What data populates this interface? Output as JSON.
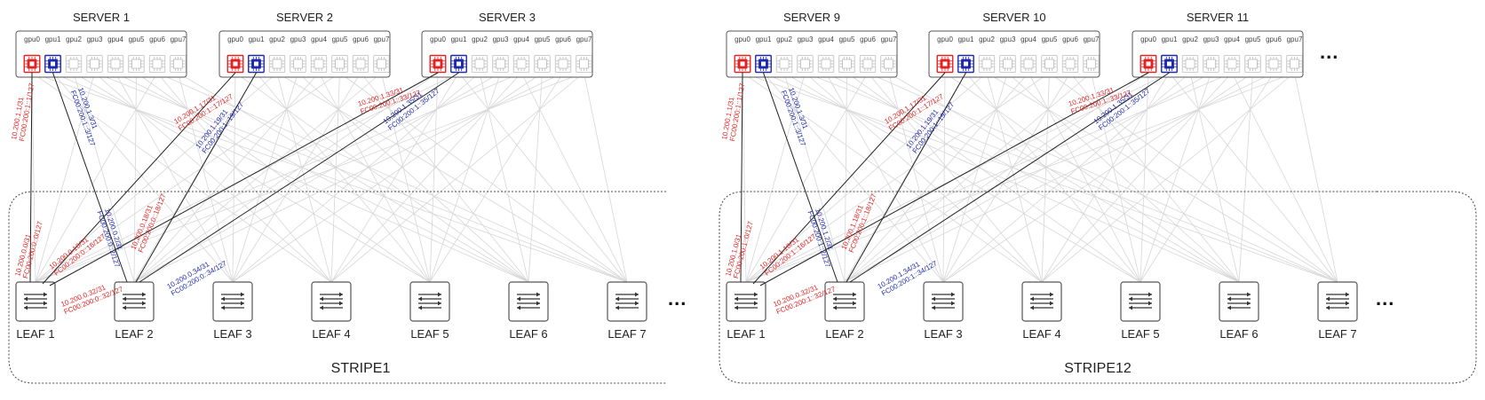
{
  "stripe1": {
    "name": "STRIPE1",
    "servers": [
      {
        "name": "SERVER 1",
        "gpus": [
          "gpu0",
          "gpu1",
          "gpu2",
          "gpu3",
          "gpu4",
          "gpu5",
          "gpu6",
          "gpu7"
        ]
      },
      {
        "name": "SERVER 2",
        "gpus": [
          "gpu0",
          "gpu1",
          "gpu2",
          "gpu3",
          "gpu4",
          "gpu5",
          "gpu6",
          "gpu7"
        ]
      },
      {
        "name": "SERVER 3",
        "gpus": [
          "gpu0",
          "gpu1",
          "gpu2",
          "gpu3",
          "gpu4",
          "gpu5",
          "gpu6",
          "gpu7"
        ]
      }
    ],
    "leaves": [
      "LEAF 1",
      "LEAF 2",
      "LEAF 3",
      "LEAF 4",
      "LEAF 5",
      "LEAF 6",
      "LEAF 7"
    ],
    "ellipsis": "...",
    "links": {
      "s1_gpu0": {
        "ip4": "10.200.1.1/31",
        "ip6": "FC00:200:1::1/127"
      },
      "s1_gpu1": {
        "ip4": "10.200.1.3/31",
        "ip6": "FC00:200:1::3/127"
      },
      "s2_gpu0": {
        "ip4": "10.200.1.17/31",
        "ip6": "FC00:200:1::17/127"
      },
      "s2_gpu1": {
        "ip4": "10.200.1.19/31",
        "ip6": "FC00:200:1::19/127"
      },
      "s3_gpu0": {
        "ip4": "10.200.1.33/31",
        "ip6": "FC00:200:1::33/127"
      },
      "s3_gpu1": {
        "ip4": "10.200.1.35/31",
        "ip6": "FC00:200:1::35/127"
      },
      "l1_a": {
        "ip4": "10.200.0.0/31",
        "ip6": "FC00:200:0::0/127"
      },
      "l1_b": {
        "ip4": "10.200.0.16/31",
        "ip6": "FC00:200:0::16/127"
      },
      "l1_c": {
        "ip4": "10.200.0.32/31",
        "ip6": "FC00:200:0::32/127"
      },
      "l2_a": {
        "ip4": "10.200.0.2/31",
        "ip6": "FC00:200:0::2/127"
      },
      "l2_b": {
        "ip4": "10.200.0.18/31",
        "ip6": "FC00:200:0::18/127"
      },
      "l2_c": {
        "ip4": "10.200.0.34/31",
        "ip6": "FC00:200:0::34/127"
      }
    }
  },
  "stripe12": {
    "name": "STRIPE12",
    "servers": [
      {
        "name": "SERVER 9",
        "gpus": [
          "gpu0",
          "gpu1",
          "gpu2",
          "gpu3",
          "gpu4",
          "gpu5",
          "gpu6",
          "gpu7"
        ]
      },
      {
        "name": "SERVER 10",
        "gpus": [
          "gpu0",
          "gpu1",
          "gpu2",
          "gpu3",
          "gpu4",
          "gpu5",
          "gpu6",
          "gpu7"
        ]
      },
      {
        "name": "SERVER 11",
        "gpus": [
          "gpu0",
          "gpu1",
          "gpu2",
          "gpu3",
          "gpu4",
          "gpu5",
          "gpu6",
          "gpu7"
        ]
      }
    ],
    "leaves": [
      "LEAF 1",
      "LEAF 2",
      "LEAF 3",
      "LEAF 4",
      "LEAF 5",
      "LEAF 6",
      "LEAF 7"
    ],
    "ellipsis": "...",
    "server_ellipsis": "...",
    "links": {
      "s9_gpu0": {
        "ip4": "10.200.1.1/31",
        "ip6": "FC00:200:1::1/127"
      },
      "s9_gpu1": {
        "ip4": "10.200.1.3/31",
        "ip6": "FC00:200:1::3/127"
      },
      "s10_gpu0": {
        "ip4": "10.200.1.17/31",
        "ip6": "FC00:200:1::17/127"
      },
      "s10_gpu1": {
        "ip4": "10.200.1.19/31",
        "ip6": "FC00:200:1::19/127"
      },
      "s11_gpu0": {
        "ip4": "10.200.1.33/31",
        "ip6": "FC00:200:1::33/127"
      },
      "s11_gpu1": {
        "ip4": "10.200.1.35/31",
        "ip6": "FC00:200:1::35/127"
      },
      "l1_a": {
        "ip4": "10.200.1.0/31",
        "ip6": "FC00:200:1::0/127"
      },
      "l1_b": {
        "ip4": "10.200.1.16/31",
        "ip6": "FC00:200:1::16/127"
      },
      "l1_c": {
        "ip4": "10.200.0.32/31",
        "ip6": "FC00:200:1::32/127"
      },
      "l2_a": {
        "ip4": "10.200.1.2/31",
        "ip6": "FC00:200:1::2/127"
      },
      "l2_b": {
        "ip4": "10.200.1.18/31",
        "ip6": "FC00:200:1::18/127"
      },
      "l2_c": {
        "ip4": "10.200.1.34/31",
        "ip6": "FC00:200:1::34/127"
      }
    }
  },
  "colors": {
    "red": "#e02424",
    "blue": "#1e2aa8",
    "line": "#222222",
    "faint": "#d6d6d6",
    "box": "#555555",
    "text": "#222222"
  }
}
